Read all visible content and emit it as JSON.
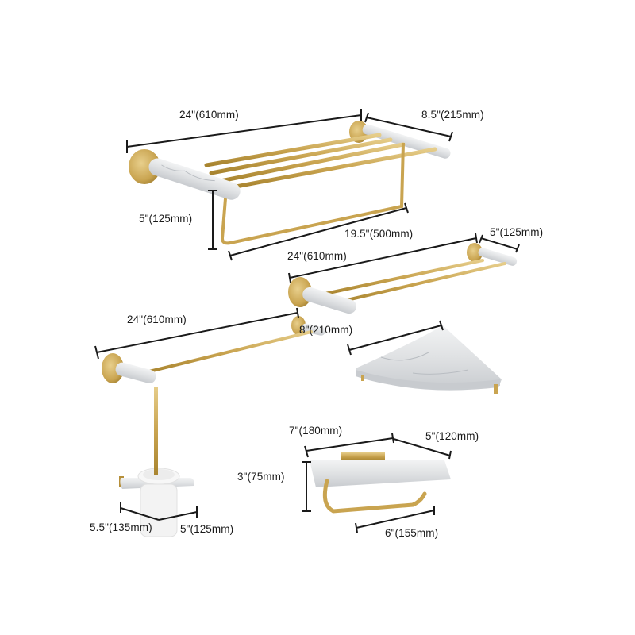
{
  "colors": {
    "background": "#ffffff",
    "gold": "#c9a450",
    "gold_dark": "#a8842f",
    "gold_light": "#e6cd8a",
    "marble": "#e4e6e8",
    "marble_vein": "#b9bdc2",
    "dimension_line": "#1a1a1a",
    "ceramic": "#f4f4f4"
  },
  "products": [
    {
      "name": "towel-rack-shelf",
      "dimensions": {
        "length": "24\"(610mm)",
        "depth": "8.5\"(215mm)",
        "height": "5\"(125mm)",
        "bar_length": "19.5\"(500mm)"
      }
    },
    {
      "name": "double-towel-bar",
      "dimensions": {
        "length": "24\"(610mm)",
        "depth": "5\"(125mm)"
      }
    },
    {
      "name": "single-towel-bar",
      "dimensions": {
        "length": "24\"(610mm)"
      }
    },
    {
      "name": "corner-shelf",
      "dimensions": {
        "width": "8\"(210mm)"
      }
    },
    {
      "name": "toilet-brush-holder",
      "dimensions": {
        "width": "5.5\"(135mm)",
        "depth": "5\"(125mm)"
      }
    },
    {
      "name": "toilet-paper-holder",
      "dimensions": {
        "width": "7\"(180mm)",
        "depth": "5\"(120mm)",
        "height": "3\"(75mm)",
        "bar_length": "6\"(155mm)"
      }
    }
  ]
}
